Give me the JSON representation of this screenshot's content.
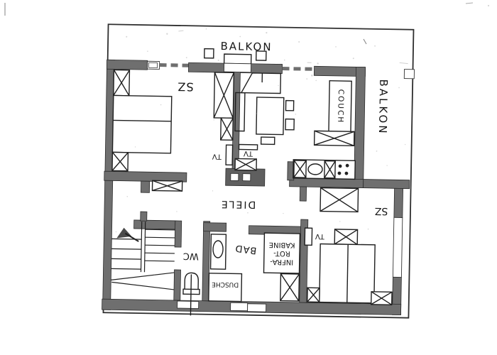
{
  "document": {
    "kind": "Scanned apartment floor plan",
    "language": "German"
  },
  "colors": {
    "paper": "#ffffff",
    "wall_fill": "#6f6f6f",
    "ink": "#1f1f1f",
    "text": "#161616"
  },
  "labels": {
    "balkon_top": "BALKON",
    "balkon_right": "BALKON",
    "sz_top_left": "SZ",
    "couch": "COUCH",
    "tv_sz_top_left": "TV",
    "tv_living": "TV",
    "tv_sz_bottom_right": "TV",
    "diele": "DIELE",
    "sz_bottom_right": "SZ",
    "wc": "WC",
    "bad": "BAD",
    "dusche": "DUSCHE",
    "infra_line1": "INFRA-",
    "infra_line2": "ROT-",
    "infra_line3": "KABINE",
    "infra_full": "INFRA-ROT-KABINE"
  },
  "icons": [
    "double-bed",
    "wardrobe",
    "nightstand",
    "corner-bench",
    "dining-table",
    "chair",
    "couch",
    "sideboard",
    "kitchen-counter",
    "sink",
    "stove",
    "tv",
    "chimney",
    "staircase",
    "up-arrow",
    "toilet",
    "washbasin",
    "shower",
    "infrared-cabin",
    "window",
    "balcony-door"
  ]
}
